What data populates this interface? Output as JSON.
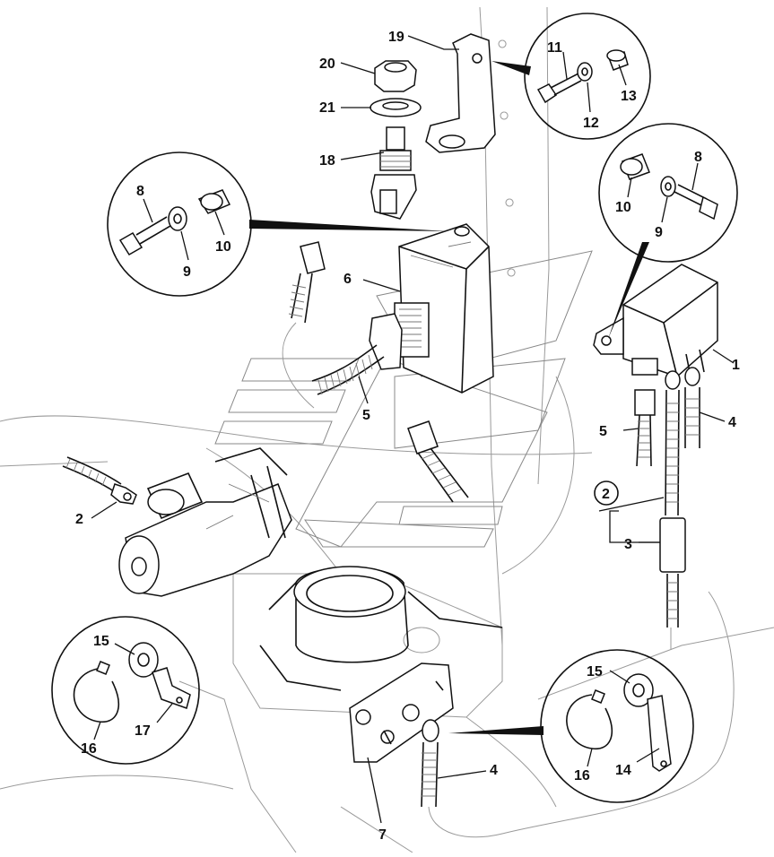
{
  "diagram": {
    "callouts": {
      "c1": "1",
      "c2a": "2",
      "c2b": "2",
      "c3": "3",
      "c4a": "4",
      "c4b": "4",
      "c5a": "5",
      "c5b": "5",
      "c6": "6",
      "c7": "7",
      "c8a": "8",
      "c8b": "8",
      "c9a": "9",
      "c9b": "9",
      "c10a": "10",
      "c10b": "10",
      "c11": "11",
      "c12": "12",
      "c13": "13",
      "c14": "14",
      "c15a": "15",
      "c15b": "15",
      "c16a": "16",
      "c16b": "16",
      "c17": "17",
      "c18": "18",
      "c19": "19",
      "c20": "20",
      "c21": "21"
    }
  }
}
